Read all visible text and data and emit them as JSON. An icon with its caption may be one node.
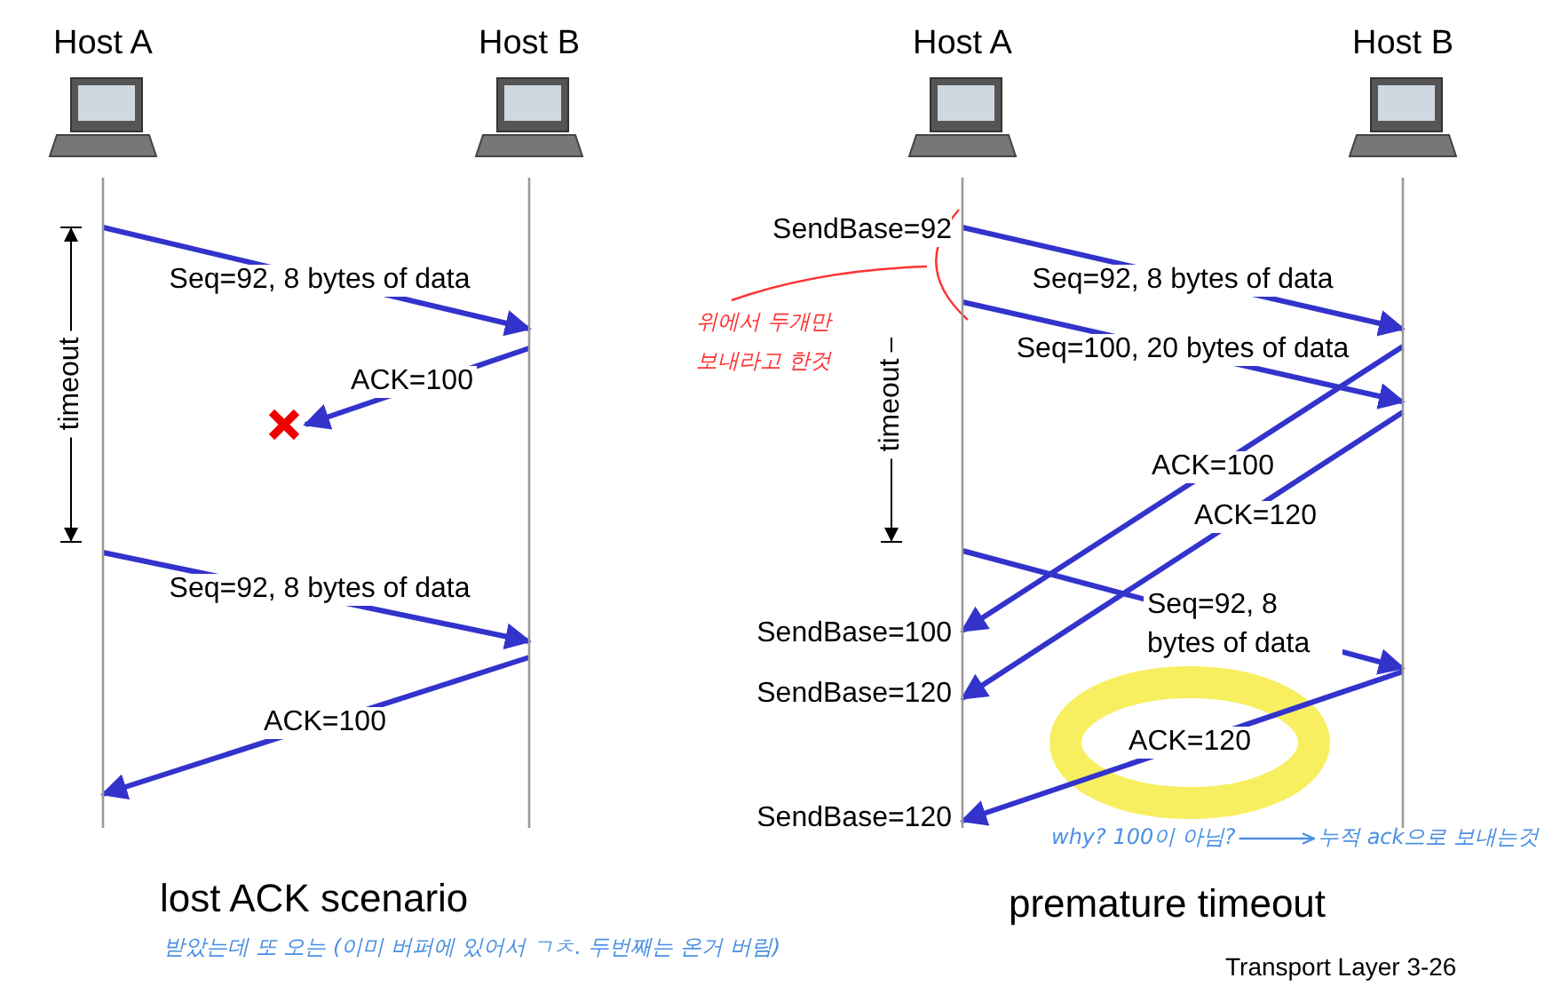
{
  "diagram": {
    "nodes": [
      {
        "text": [
          "Host A"
        ]
      },
      {
        "text": [
          "Host B"
        ]
      },
      {
        "text": [
          "Host A"
        ]
      },
      {
        "text": [
          "Host B"
        ]
      },
      {
        "text": [],
        "shape": "cross"
      },
      {
        "text": [
          "위에서 두개만 보내라고 한것"
        ]
      },
      {
        "text": [
          "why? 100이 아님?"
        ]
      },
      {
        "text": [
          "누적 ack으로 보내는것"
        ]
      }
    ],
    "edges": [
      {
        "from": 0,
        "to": 1,
        "arrow": "to",
        "label": "Seq=92, 8 bytes of data"
      },
      {
        "from": 1,
        "to": 4,
        "arrow": "to",
        "label": "ACK=100"
      },
      {
        "from": 0,
        "to": 1,
        "arrow": "to",
        "label": "Seq=92, 8 bytes of data"
      },
      {
        "from": 1,
        "to": 0,
        "arrow": "to",
        "label": "ACK=100"
      },
      {
        "from": 2,
        "to": 3,
        "arrow": "to",
        "label": "Seq=92, 8 bytes of data"
      },
      {
        "from": 2,
        "to": 3,
        "arrow": "to",
        "label": "Seq=100, 20 bytes of data"
      },
      {
        "from": 3,
        "to": 2,
        "arrow": "to",
        "label": "ACK=100"
      },
      {
        "from": 3,
        "to": 2,
        "arrow": "to",
        "label": "ACK=120"
      },
      {
        "from": 2,
        "to": 3,
        "arrow": "to",
        "label": "Seq=92, 8 bytes of data"
      },
      {
        "from": 3,
        "to": 2,
        "arrow": "to",
        "label": "ACK=120"
      },
      {
        "from": 5,
        "to": 2,
        "arrow": "none",
        "color": "#ff3333"
      },
      {
        "from": 6,
        "to": 7,
        "arrow": "to",
        "color": "#4a90e2"
      }
    ],
    "labels": [
      "timeout",
      "lost ACK scenario",
      "받았는데 또 오는 (이미 버퍼에 있어서 ㄱㅊ. 두번째는 온거 버림)",
      "SendBase=92",
      "timeout",
      "SendBase=100",
      "SendBase=120",
      "SendBase=120",
      "premature timeout",
      "Transport Layer 3-26"
    ]
  }
}
